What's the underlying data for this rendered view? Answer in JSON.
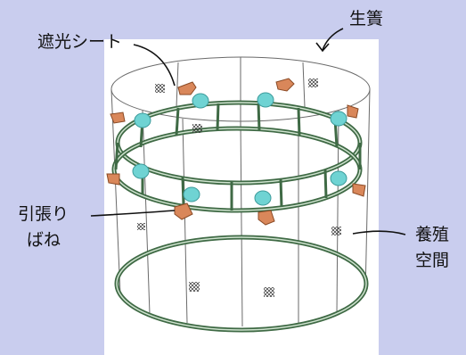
{
  "labels": {
    "shade_sheet": "遮光シート",
    "cage": "生簀",
    "spring_line1": "引張り",
    "spring_line2": "ばね",
    "space_line1": "養殖",
    "space_line2": "空間"
  },
  "colors": {
    "background": "#c9cdee",
    "panel": "#ffffff",
    "frame": "#3f6a45",
    "float": "#6fd3d3",
    "spring": "#d9875a",
    "net_line": "#555555"
  },
  "icons": [
    "net-patch-icon",
    "spring-icon",
    "float-icon",
    "arrow-icon"
  ]
}
